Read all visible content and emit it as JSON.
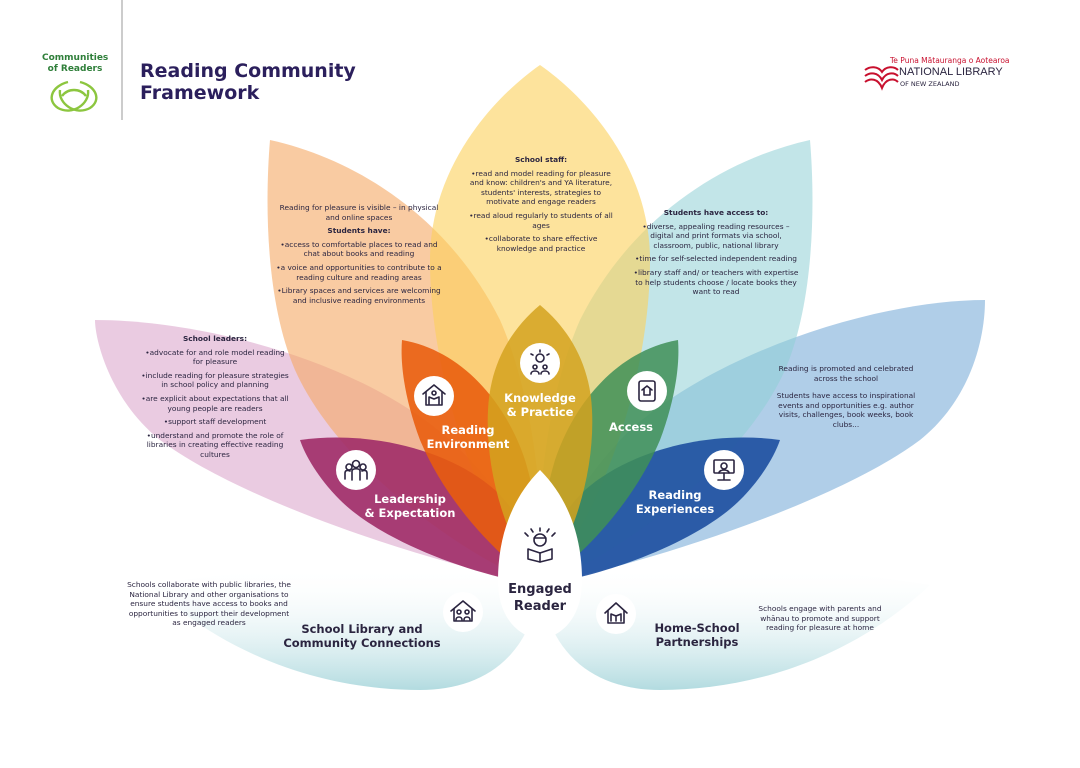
{
  "header": {
    "logo_text": "Communities of Readers",
    "title_line1": "Reading Community",
    "title_line2": "Framework",
    "nl_subtitle": "Te Puna Mātauranga o Aotearoa",
    "nl_name": "NATIONAL LIBRARY",
    "nl_country": "OF NEW ZEALAND"
  },
  "colors": {
    "peach": "#f5a864",
    "yellow": "#fbd15a",
    "teal": "#8fcfd6",
    "pink": "#d9a0c8",
    "blue": "#6fa6d6",
    "orange": "#e85c0d",
    "gold": "#d3a21e",
    "green": "#3f8f57",
    "magenta": "#a02c68",
    "navy": "#1d4fa0",
    "text": "#2b2540",
    "logo_green": "#8cc63f",
    "nl_red": "#c8102e"
  },
  "center": {
    "label_line1": "Engaged",
    "label_line2": "Reader",
    "icon": "reader-icon"
  },
  "petals": {
    "reading_environment": {
      "label_line1": "Reading",
      "label_line2": "Environment",
      "icon": "house-book-icon",
      "intro": "Reading for pleasure is visible – in physical and online spaces",
      "heading": "Students have:",
      "items": [
        "access to comfortable places to read and chat about books and reading",
        "a voice and opportunities to contribute to a reading culture and reading areas",
        "Library spaces and services are welcoming and inclusive reading environments"
      ]
    },
    "knowledge_practice": {
      "label_line1": "Knowledge",
      "label_line2": "& Practice",
      "icon": "idea-people-icon",
      "heading": "School staff:",
      "items": [
        "read and model reading for pleasure and know: children's and YA literature, students' interests, strategies to motivate and engage readers",
        "read aloud regularly to students of all ages",
        "collaborate to share effective knowledge and practice"
      ]
    },
    "access": {
      "label": "Access",
      "icon": "book-icon",
      "heading": "Students have access to:",
      "items": [
        "diverse, appealing reading resources – digital and print formats via school, classroom, public, national library",
        "time for self-selected independent reading",
        "library staff and/ or teachers with expertise to help students choose / locate books they want to read"
      ]
    },
    "leadership": {
      "label_line1": "Leadership",
      "label_line2": "& Expectation",
      "icon": "group-icon",
      "heading": "School leaders:",
      "items": [
        "advocate for and role model reading for pleasure",
        "include reading for pleasure strategies in school policy and planning",
        "are explicit about expectations that all young people are readers",
        "support staff development",
        "understand and promote the role of libraries in creating effective reading cultures"
      ]
    },
    "reading_experiences": {
      "label_line1": "Reading",
      "label_line2": "Experiences",
      "icon": "presenter-icon",
      "para1": "Reading is promoted and celebrated across the school",
      "para2": "Students have access to inspirational events and opportunities e.g. author visits, challenges, book weeks, book clubs..."
    },
    "school_library": {
      "label_line1": "School Library and",
      "label_line2": "Community Connections",
      "icon": "community-house-icon",
      "text": "Schools collaborate with public libraries, the National Library and other organisations to ensure students have access to books and opportunities to support their development as engaged readers"
    },
    "home_school": {
      "label_line1": "Home-School",
      "label_line2": "Partnerships",
      "icon": "home-book-icon",
      "text": "Schools engage with parents and whānau to promote and support reading for pleasure at home"
    }
  }
}
